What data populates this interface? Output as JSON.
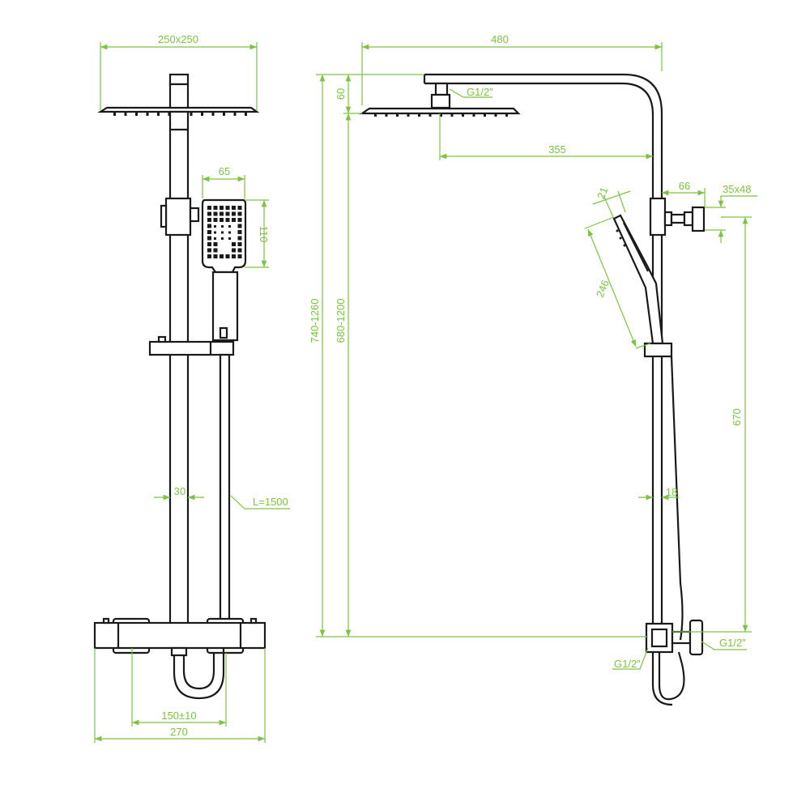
{
  "colors": {
    "dimension": "#7dc242",
    "outline": "#1a1a1a"
  },
  "front_view": {
    "head_size": "250x250",
    "hand_width": "65",
    "hand_height": "110",
    "pipe_diameter": "30",
    "hose_length": "L=1500",
    "inlet_spacing": "150±10",
    "mixer_width": "270"
  },
  "side_view": {
    "arm_length": "480",
    "head_drop": "60",
    "head_thread": "G1/2\"",
    "head_offset": "355",
    "hand_depth": "21",
    "bracket_offset": "66",
    "bracket_size": "35x48",
    "hand_length": "246",
    "total_height": "740-1260",
    "head_height": "680-1200",
    "bracket_height": "670",
    "rail_diameter": "18",
    "inlet_thread": "G1/2\"",
    "outlet_thread": "G1/2\""
  }
}
